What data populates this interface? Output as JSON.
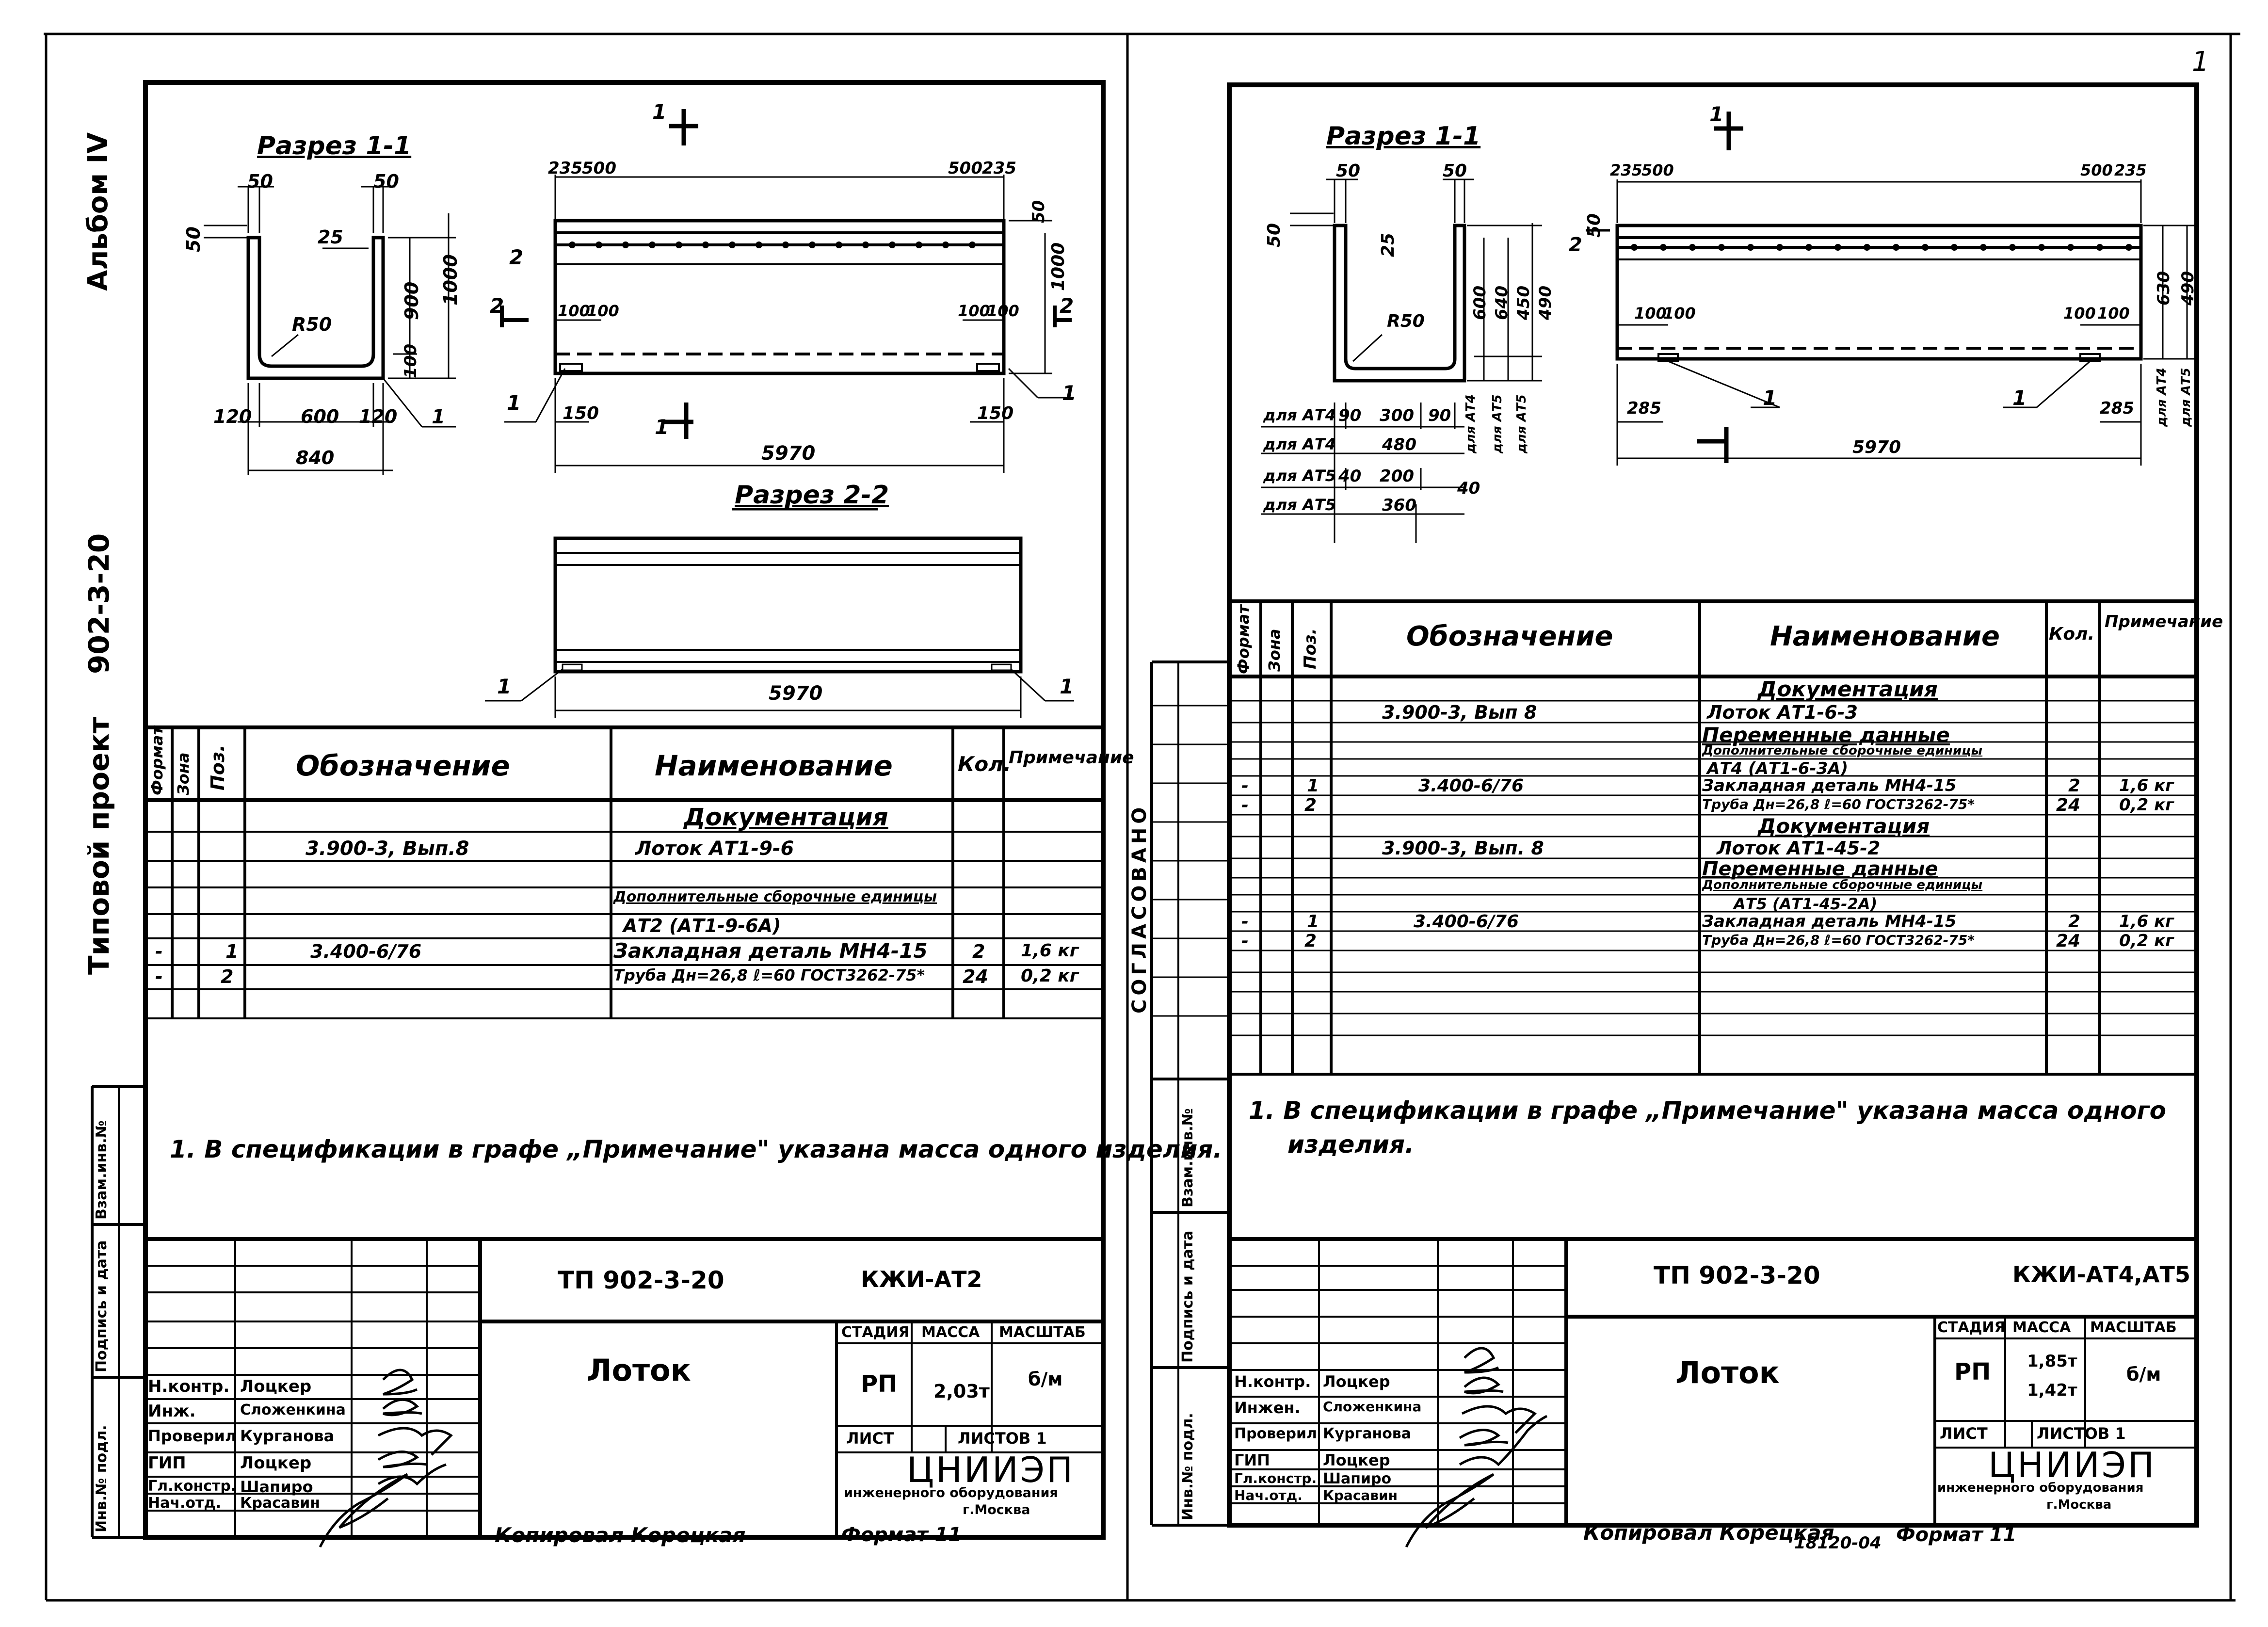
{
  "sheet_left": {
    "spine": {
      "album": "Альбом IV",
      "project_label": "Типовой проект",
      "project_no": "902-3-20"
    },
    "section11": {
      "title": "Разрез 1-1",
      "dims": [
        "50",
        "50",
        "50",
        "25",
        "900",
        "1000",
        "R50",
        "100",
        "120",
        "600",
        "120",
        "840",
        "1"
      ]
    },
    "elevation": {
      "dims_top": [
        "235",
        "500",
        "500",
        "235"
      ],
      "dims_side": [
        "50",
        "1000",
        "2",
        "2",
        "2",
        "100",
        "100",
        "100",
        "100",
        "1",
        "1",
        "150",
        "150",
        "1",
        "1"
      ],
      "length": "5970",
      "cut": "1"
    },
    "section22": {
      "title": "Разрез 2-2",
      "length": "5970",
      "label_left": "1",
      "label_right": "1"
    },
    "spec": {
      "headers": {
        "format": "Формат",
        "zone": "Зона",
        "pos": "Поз.",
        "designation": "Обозначение",
        "name": "Наименование",
        "qty": "Кол.",
        "note": "Примечание"
      },
      "rows": [
        {
          "format": "",
          "pos": "",
          "designation": "",
          "name": "Документация",
          "qty": "",
          "note": ""
        },
        {
          "format": "",
          "pos": "",
          "designation": "3.900-3, Вып.8",
          "name": "Лоток АТ1-9-6",
          "qty": "",
          "note": ""
        },
        {
          "format": "",
          "pos": "",
          "designation": "",
          "name": "",
          "qty": "",
          "note": ""
        },
        {
          "format": "",
          "pos": "",
          "designation": "",
          "name": "Дополнительные сборочные единицы",
          "qty": "",
          "note": ""
        },
        {
          "format": "",
          "pos": "",
          "designation": "",
          "name": "АТ2 (АТ1-9-6А)",
          "qty": "",
          "note": ""
        },
        {
          "format": "-",
          "pos": "1",
          "designation": "3.400-6/76",
          "name": "Закладная деталь МН4-15",
          "qty": "2",
          "note": "1,6 кг"
        },
        {
          "format": "-",
          "pos": "2",
          "designation": "",
          "name": "Труба Дн=26,8 ℓ=60 ГОСТ3262-75*",
          "qty": "24",
          "note": "0,2 кг"
        }
      ]
    },
    "side_labels": [
      "Взам.инв.№",
      "Подпись и дата",
      "Инв.№ подл."
    ],
    "note": "1. В спецификации в графе „Примечание\" указана масса одного изделия.",
    "stamp": {
      "code": "ТП 902-3-20",
      "sheet_code": "КЖИ-АТ2",
      "name": "Лоток",
      "stage_label": "СТАДИЯ",
      "mass_label": "МАССА",
      "scale_label": "МАСШТАБ",
      "stage": "РП",
      "mass": "2,03т",
      "scale": "б/м",
      "sheet_label": "ЛИСТ",
      "sheets_label": "ЛИСТОВ 1",
      "org": "ЦНИИЭП",
      "org_full": "инженерного оборудования",
      "city": "г.Москва",
      "roles": [
        "Н.контр.",
        "Инж.",
        "Проверил",
        "ГИП",
        "Гл.констр.",
        "Нач.отд."
      ],
      "names": [
        "Лоцкер",
        "Сложенкина",
        "Курганова",
        "Лоцкер",
        "Шапиро",
        "Красавин"
      ]
    },
    "copy": "Копировал Корецкая",
    "format": "Формат 11"
  },
  "sheet_right": {
    "corner": "1",
    "section11": {
      "title": "Разрез 1-1",
      "rows": [
        {
          "label": "для АТ4",
          "a": "90",
          "b": "300",
          "c": "90"
        },
        {
          "label": "для АТ4",
          "a": "",
          "b": "480",
          "c": ""
        },
        {
          "label": "для АТ5",
          "a": "40",
          "b": "200",
          "c": "40"
        },
        {
          "label": "для АТ5",
          "a": "",
          "b": "360",
          "c": ""
        }
      ],
      "dims": [
        "50",
        "50",
        "50",
        "25",
        "600",
        "640",
        "450",
        "490",
        "R50",
        "для АТ4",
        "для АТ5",
        "для АТ5"
      ]
    },
    "elevation": {
      "dims_top": [
        "235",
        "500",
        "500",
        "235"
      ],
      "side": [
        "50",
        "2",
        "100",
        "100",
        "100",
        "100",
        "285",
        "285",
        "1",
        "1",
        "для АТ4",
        "для АТ5",
        "630",
        "490"
      ],
      "length": "5970",
      "cut": "1"
    },
    "side_label": "СОГЛАСОВАНО",
    "spec": {
      "headers": {
        "format": "Формат",
        "zone": "Зона",
        "pos": "Поз.",
        "designation": "Обозначение",
        "name": "Наименование",
        "qty": "Кол.",
        "note": "Примечание"
      },
      "rows": [
        {
          "format": "",
          "pos": "",
          "designation": "",
          "name": "Документация",
          "qty": "",
          "note": ""
        },
        {
          "format": "",
          "pos": "",
          "designation": "3.900-3, Вып 8",
          "name": "Лоток АТ1-6-3",
          "qty": "",
          "note": ""
        },
        {
          "format": "",
          "pos": "",
          "designation": "",
          "name": "Переменные данные",
          "qty": "",
          "note": ""
        },
        {
          "format": "",
          "pos": "",
          "designation": "",
          "name": "Дополнительные сборочные единицы",
          "qty": "",
          "note": ""
        },
        {
          "format": "",
          "pos": "",
          "designation": "",
          "name": "АТ4 (АТ1-6-3А)",
          "qty": "",
          "note": ""
        },
        {
          "format": "-",
          "pos": "1",
          "designation": "3.400-6/76",
          "name": "Закладная деталь МН4-15",
          "qty": "2",
          "note": "1,6 кг"
        },
        {
          "format": "-",
          "pos": "2",
          "designation": "",
          "name": "Труба Дн=26,8 ℓ=60 ГОСТ3262-75*",
          "qty": "24",
          "note": "0,2 кг"
        },
        {
          "format": "",
          "pos": "",
          "designation": "",
          "name": "Документация",
          "qty": "",
          "note": ""
        },
        {
          "format": "",
          "pos": "",
          "designation": "3.900-3, Вып. 8",
          "name": "Лоток АТ1-45-2",
          "qty": "",
          "note": ""
        },
        {
          "format": "",
          "pos": "",
          "designation": "",
          "name": "Переменные данные",
          "qty": "",
          "note": ""
        },
        {
          "format": "",
          "pos": "",
          "designation": "",
          "name": "Дополнительные сборочные единицы",
          "qty": "",
          "note": ""
        },
        {
          "format": "",
          "pos": "",
          "designation": "",
          "name": "АТ5 (АТ1-45-2А)",
          "qty": "",
          "note": ""
        },
        {
          "format": "-",
          "pos": "1",
          "designation": "3.400-6/76",
          "name": "Закладная деталь МН4-15",
          "qty": "2",
          "note": "1,6 кг"
        },
        {
          "format": "-",
          "pos": "2",
          "designation": "",
          "name": "Труба Дн=26,8 ℓ=60 ГОСТ3262-75*",
          "qty": "24",
          "note": "0,2 кг"
        }
      ]
    },
    "side_labels": [
      "Взам.инв.№",
      "Подпись и дата",
      "Инв.№ подл."
    ],
    "note_line1": "1. В спецификации в графе „Примечание\" указана масса одного",
    "note_line2": "изделия.",
    "stamp": {
      "code": "ТП 902-3-20",
      "sheet_code": "КЖИ-АТ4,АТ5",
      "name": "Лоток",
      "stage_label": "СТАДИЯ",
      "mass_label": "МАССА",
      "scale_label": "МАСШТАБ",
      "stage": "РП",
      "mass1": "1,85т",
      "mass2": "1,42т",
      "scale": "б/м",
      "sheet_label": "ЛИСТ",
      "sheets_label": "ЛИСТОВ 1",
      "org": "ЦНИИЭП",
      "org_full": "инженерного оборудования",
      "city": "г.Москва",
      "roles": [
        "Н.контр.",
        "Инжен.",
        "Проверил",
        "ГИП",
        "Гл.констр.",
        "Нач.отд."
      ],
      "names": [
        "Лоцкер",
        "Сложенкина",
        "Курганова",
        "Лоцкер",
        "Шапиро",
        "Красавин"
      ]
    },
    "copy": "Копировал Корецкая",
    "stamp_no": "18120-04",
    "format": "Формат 11"
  }
}
